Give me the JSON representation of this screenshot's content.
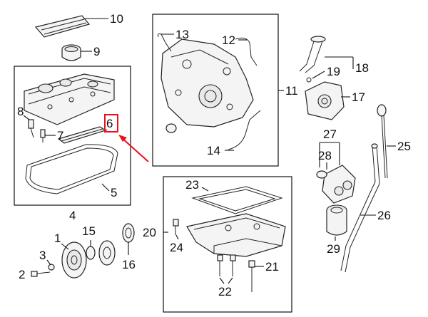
{
  "callouts": {
    "c1": "1",
    "c2": "2",
    "c3": "3",
    "c4": "4",
    "c5": "5",
    "c6": "6",
    "c7": "7",
    "c8": "8",
    "c9": "9",
    "c10": "10",
    "c11": "11",
    "c12": "12",
    "c13": "13",
    "c14": "14",
    "c15": "15",
    "c16": "16",
    "c17": "17",
    "c18": "18",
    "c19": "19",
    "c20": "20",
    "c21": "21",
    "c22": "22",
    "c23": "23",
    "c24": "24",
    "c25": "25",
    "c26": "26",
    "c27": "27",
    "c28": "28",
    "c29": "29"
  },
  "highlight": {
    "callout": "6",
    "color": "#e8111b"
  },
  "colors": {
    "line": "#222222",
    "part_fill": "#f4f4f4"
  }
}
